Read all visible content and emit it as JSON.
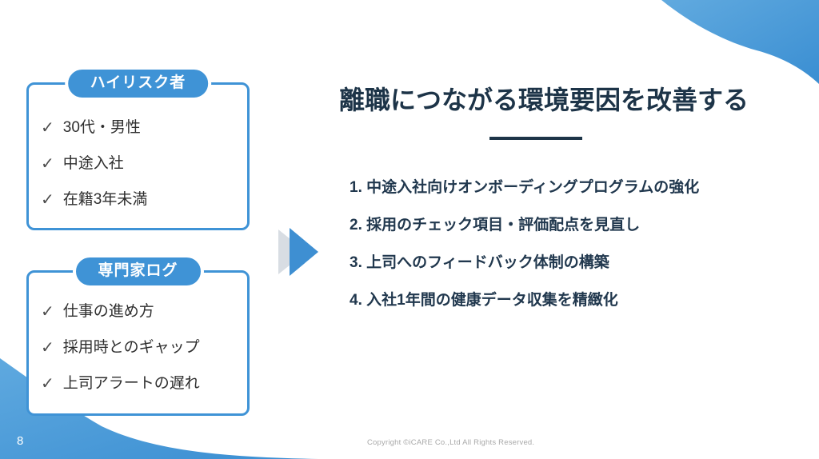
{
  "slide": {
    "page_number": "8",
    "copyright": "Copyright ©iCARE Co.,Ltd All Rights Reserved.",
    "colors": {
      "accent_blue": "#3F93D6",
      "title_navy": "#1D3448",
      "list_navy": "#21384E",
      "item_text": "#2E2E2E",
      "arrow_blue": "#3E8FD2",
      "arrow_gray": "#D8DDE3",
      "swoosh_gradient_light": "#61AADF",
      "swoosh_gradient_dark": "#3A8ED2",
      "copyright_gray": "#A9A9A9"
    }
  },
  "icons": {
    "check": "✓"
  },
  "left_panels": [
    {
      "header": "ハイリスク者",
      "items": [
        "30代・男性",
        "中途入社",
        "在籍3年未満"
      ]
    },
    {
      "header": "専門家ログ",
      "items": [
        "仕事の進め方",
        "採用時とのギャップ",
        "上司アラートの遅れ"
      ]
    }
  ],
  "main": {
    "title": "離職につながる環境要因を改善する",
    "numbered_items": [
      "1. 中途入社向けオンボーディングプログラムの強化",
      "2. 採用のチェック項目・評価配点を見直し",
      "3. 上司へのフィードバック体制の構築",
      "4. 入社1年間の健康データ収集を精緻化"
    ]
  }
}
